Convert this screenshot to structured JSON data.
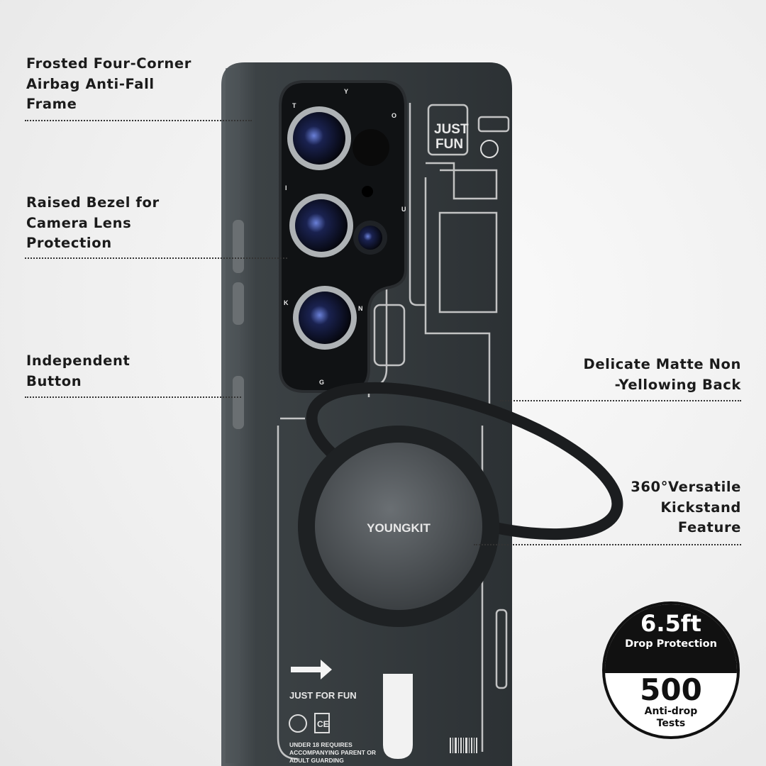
{
  "features_left": [
    {
      "lines": [
        "Frosted Four-Corner",
        "Airbag Anti-Fall",
        "Frame"
      ]
    },
    {
      "lines": [
        "Raised Bezel for",
        "Camera Lens",
        "Protection"
      ]
    },
    {
      "lines": [
        "Independent",
        "Button"
      ]
    }
  ],
  "features_right": [
    {
      "lines": [
        "Delicate Matte Non",
        "-Yellowing Back"
      ]
    },
    {
      "lines": [
        "360°Versatile",
        "Kickstand",
        "Feature"
      ]
    }
  ],
  "badge": {
    "height_value": "6.5ft",
    "height_label": "Drop Protection",
    "tests_value": "500",
    "tests_label_1": "Anti-drop",
    "tests_label_2": "Tests"
  },
  "phone_print": {
    "logo_line1": "JUST",
    "logo_line2": "FUN",
    "brand": "YOUNGKIT",
    "tagline": "JUST FOR FUN",
    "warning": [
      "UNDER 18 REQUIRES",
      "ACCOMPANYING PARENT OR",
      "ADULT GUARDING"
    ],
    "ce_mark": "CE",
    "bezel_letters": [
      "Y",
      "O",
      "U",
      "N",
      "G",
      "K",
      "I",
      "T"
    ]
  },
  "colors": {
    "case": "#3b4044",
    "text": "#1b1b1b",
    "badge": "#111111"
  }
}
